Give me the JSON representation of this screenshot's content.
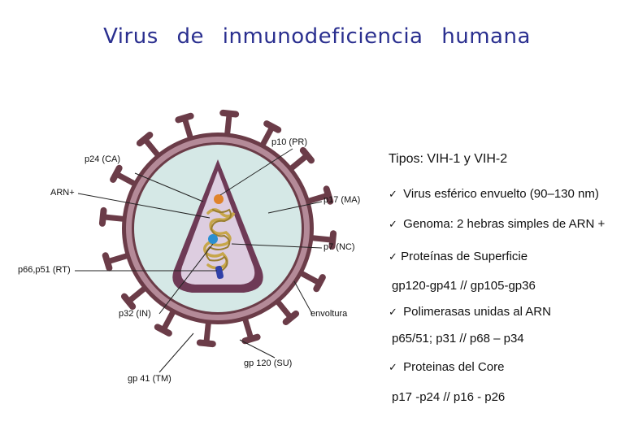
{
  "title": "Virus de inmunodeficiencia humana",
  "labels": {
    "p10": "p10 (PR)",
    "p24": "p24 (CA)",
    "arn": "ARN+",
    "p17": "p17 (MA)",
    "p7": "p7 (NC)",
    "p66": "p66,p51 (RT)",
    "p32": "p32 (IN)",
    "envoltura": "envoltura",
    "gp120": "gp 120 (SU)",
    "gp41": "gp 41 (TM)"
  },
  "panel": {
    "title": "Tipos: VIH-1 y VIH-2",
    "check": "✓",
    "items": [
      {
        "text": "Virus esférico envuelto (90–130 nm)",
        "sub": ""
      },
      {
        "text": "Genoma: 2 hebras simples de ARN +",
        "sub": ""
      },
      {
        "text": "Proteínas de Superficie",
        "sub": "gp120-gp41 //  gp105-gp36"
      },
      {
        "text": "Polimerasas unidas al ARN",
        "sub": "p65/51; p31 // p68 – p34"
      },
      {
        "text": "Proteinas del Core",
        "sub": "p17 -p24  // p16 - p26"
      }
    ]
  },
  "colors": {
    "title": "#2a2f8f",
    "membrane_outer": "#6b3c48",
    "membrane_band": "#b48a98",
    "matrix": "#d5e8e6",
    "capsid": "#6e3a56",
    "core_fill": "#ddcde0",
    "rna": "#c7a64a",
    "spike": "#6b3c48",
    "enzyme_orange": "#e0832b",
    "enzyme_blue": "#2b8fd0",
    "enzyme_navy": "#3040a8"
  }
}
